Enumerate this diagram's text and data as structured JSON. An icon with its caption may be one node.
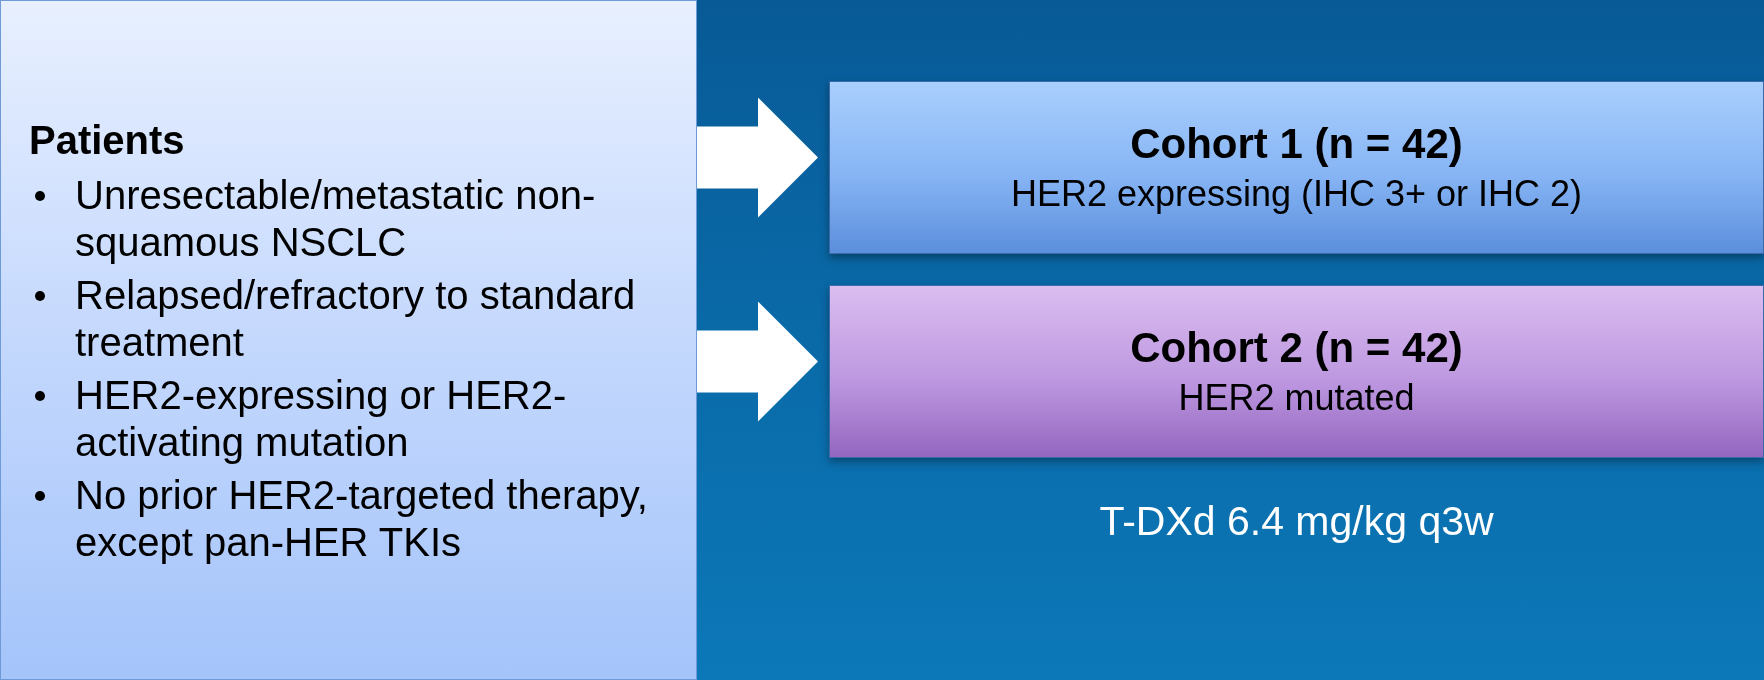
{
  "diagram": {
    "nodes": [
      {
        "text": [
          "Patients",
          "Unresectable/metastatic non-squamous NSCLC",
          "Relapsed/refractory to standard treatment",
          "HER2-expressing or HER2-activating mutation",
          "No prior HER2-targeted therapy, except pan-HER TKIs"
        ]
      },
      {
        "text": [
          "Cohort 1 (n = 42)",
          "HER2 expressing (IHC 3+ or IHC 2)"
        ]
      },
      {
        "text": [
          "Cohort 2 (n = 42)",
          "HER2 mutated"
        ]
      }
    ],
    "edges": [
      {
        "from": 0,
        "to": 1,
        "arrow": "to"
      },
      {
        "from": 0,
        "to": 2,
        "arrow": "to"
      }
    ],
    "labels": [
      "T-DXd 6.4 mg/kg q3w"
    ]
  }
}
